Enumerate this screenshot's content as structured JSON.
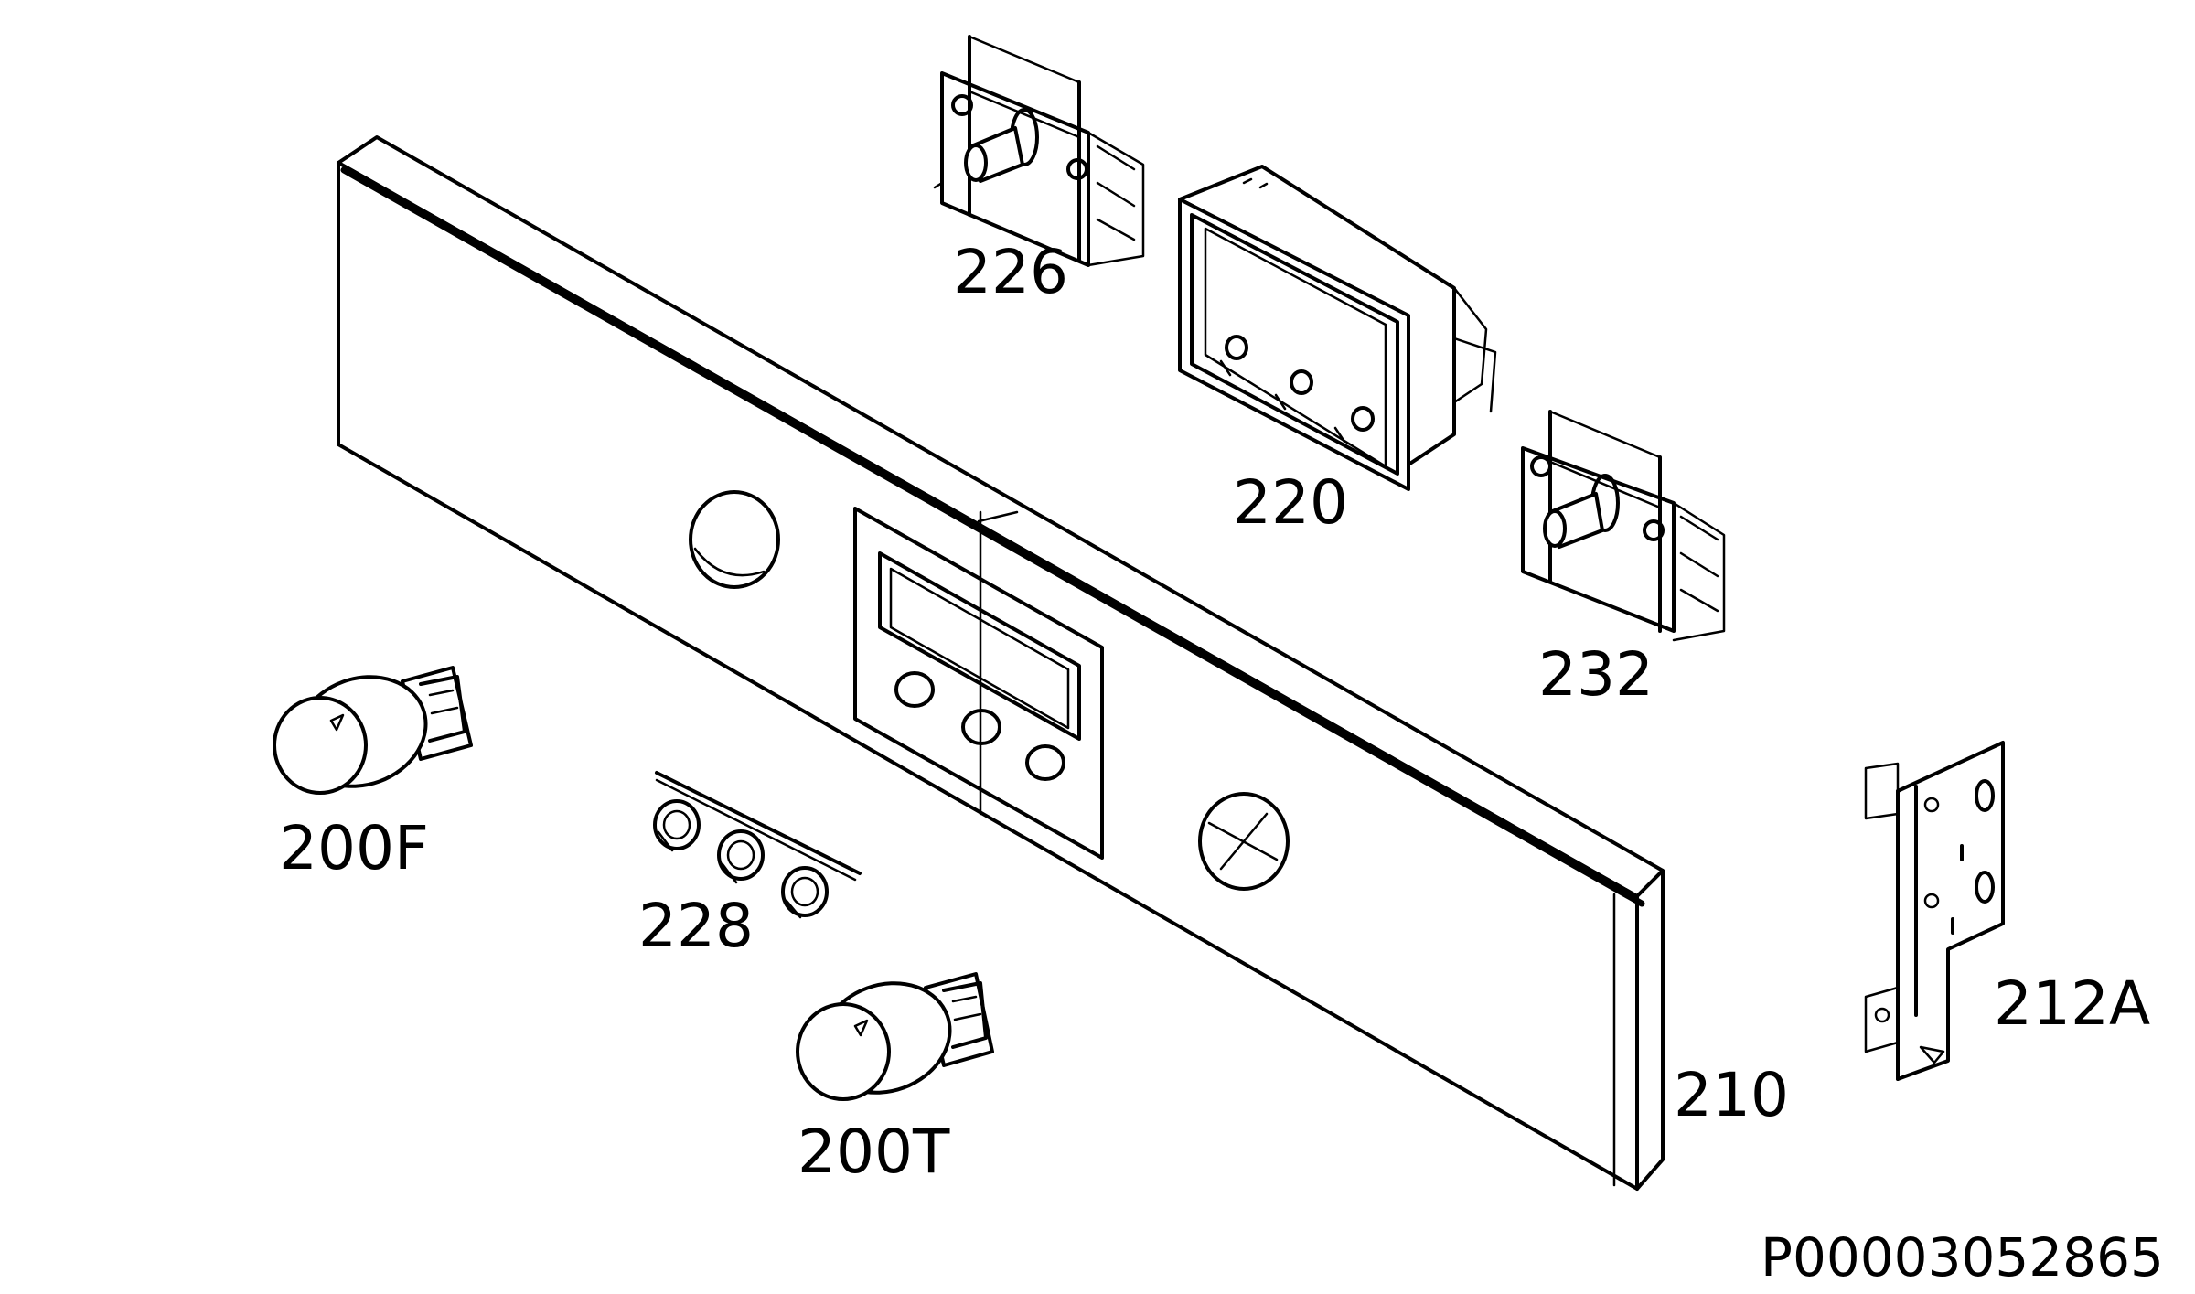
{
  "diagram": {
    "parts": {
      "p226": "226",
      "p220": "220",
      "p232": "232",
      "p200F": "200F",
      "p228": "228",
      "p200T": "200T",
      "p210": "210",
      "p212A": "212A"
    },
    "document_id": "P00003052865"
  }
}
